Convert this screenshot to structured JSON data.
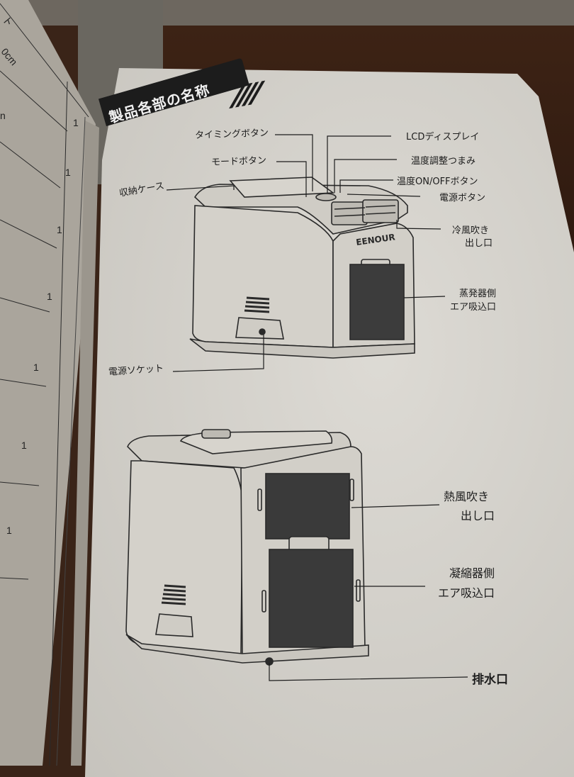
{
  "left_page": {
    "header_fragments": [
      "ト",
      "0cm",
      "n"
    ],
    "quantities": [
      "1",
      "1",
      "1",
      "1",
      "1",
      "1",
      "1"
    ]
  },
  "main_page": {
    "section_title": "製品各部の名称",
    "front_view": {
      "brand": "EENOUR",
      "labels": {
        "timing_button": "タイミングボタン",
        "mode_button": "モードボタン",
        "storage_case": "収納ケース",
        "lcd_display": "LCDディスプレイ",
        "temp_knob": "温度調整つまみ",
        "temp_onoff_button": "温度ON/OFFボタン",
        "power_button": "電源ボタン",
        "cold_air_outlet_1": "冷風吹き",
        "cold_air_outlet_2": "出し口",
        "evap_intake_1": "蒸発器側",
        "evap_intake_2": "エア吸込口",
        "power_socket": "電源ソケット"
      }
    },
    "rear_view": {
      "labels": {
        "hot_air_outlet_1": "熱風吹き",
        "hot_air_outlet_2": "出し口",
        "cond_intake_1": "凝縮器側",
        "cond_intake_2": "エア吸込口",
        "drain": "排水口"
      }
    }
  }
}
